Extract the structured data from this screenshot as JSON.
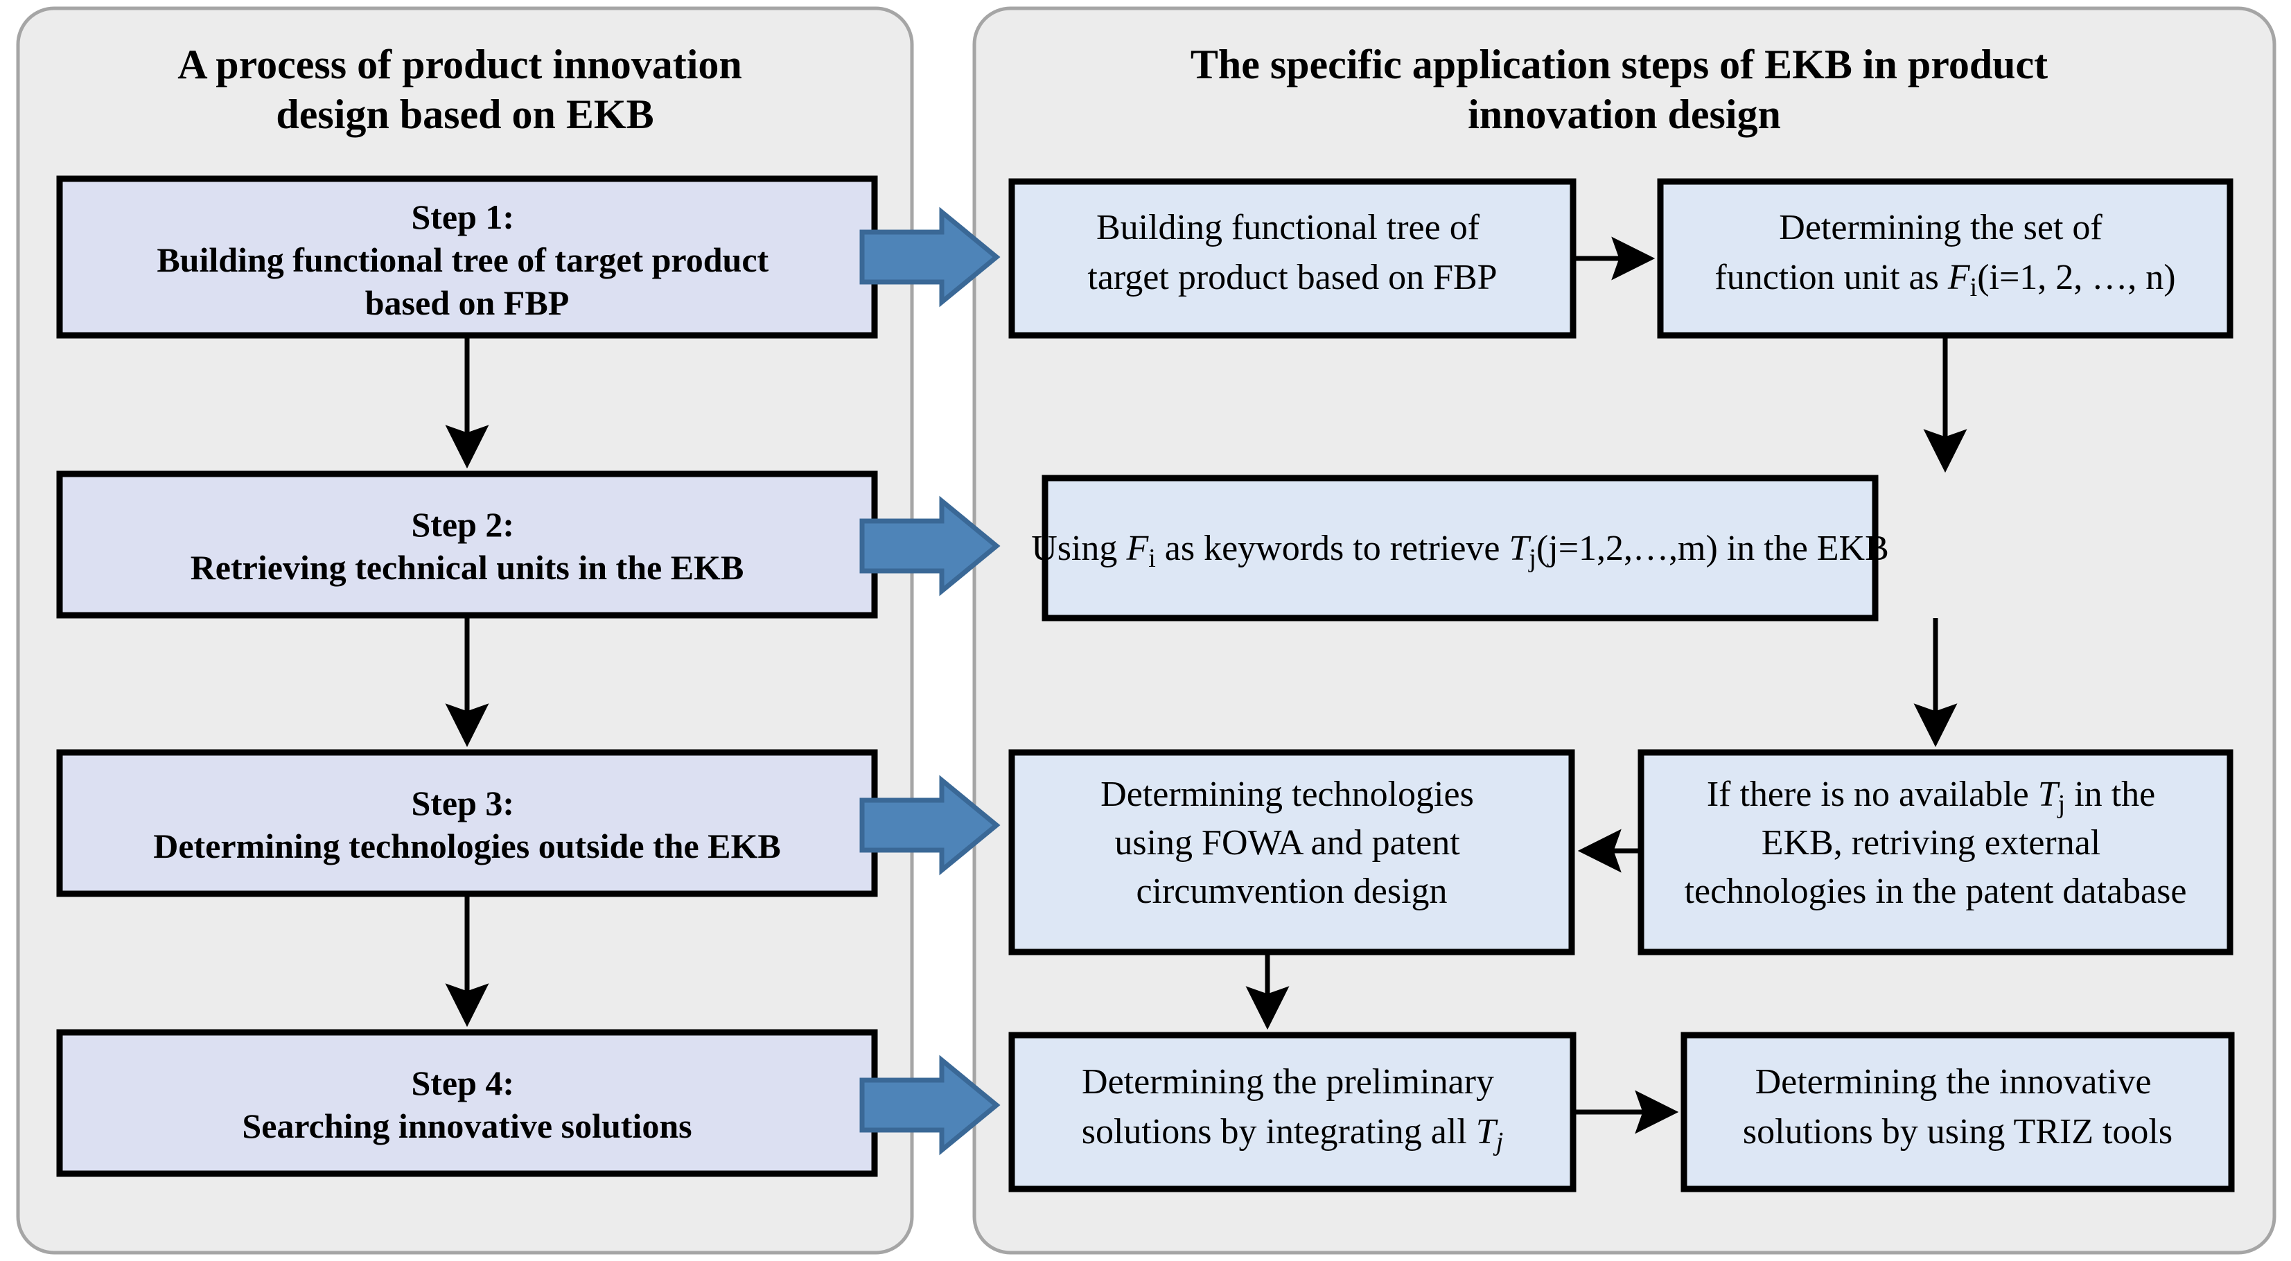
{
  "figure": {
    "background": "#FFFFFF",
    "panel_fill": "#ECECEC",
    "panel_border": "#A5A5A5",
    "left_box_fill": "#DCE0F2",
    "right_box_fill": "#DDE7F5",
    "box_border": "#000000",
    "block_arrow_fill": "#4E84B8",
    "block_arrow_border": "#3A6896",
    "connector_color": "#000000"
  },
  "left_panel": {
    "title_line1": "A process of product  innovation",
    "title_line2": "design based on EKB",
    "steps": [
      {
        "id": "step1",
        "label": "Step 1:",
        "line1": "Building  functional tree  of target product",
        "line2": "based on FBP"
      },
      {
        "id": "step2",
        "label": "Step 2:",
        "line1": "Retrieving technical units in the EKB",
        "line2": ""
      },
      {
        "id": "step3",
        "label": "Step 3:",
        "line1": "Determining technologies outside the EKB",
        "line2": ""
      },
      {
        "id": "step4",
        "label": "Step 4:",
        "line1": "Searching innovative solutions",
        "line2": ""
      }
    ]
  },
  "right_panel": {
    "title_line1": "The specific application steps of EKB in product",
    "title_line2": "innovation design",
    "nodes": [
      {
        "id": "r1",
        "line1": "Building  functional tree  of",
        "line2": "target product based on FBP",
        "line3": ""
      },
      {
        "id": "r2",
        "line1": "Determining the set of",
        "line2_pre": "function unit as ",
        "line2_sym": "F",
        "line2_sub": "i",
        "line2_post": "(i=1, 2, …, n)",
        "line3": ""
      },
      {
        "id": "r3",
        "line1_pre": "Using ",
        "line1_sym1": "F",
        "line1_sub1": "i",
        "line1_mid": " as keywords to retrieve ",
        "line1_sym2": "T",
        "line1_sub2": "j",
        "line1_post": "(j=1,2,…,m) in the EKB"
      },
      {
        "id": "r4",
        "line1": "Determining technologies",
        "line2": "using FOWA and patent",
        "line3": "circumvention design"
      },
      {
        "id": "r5",
        "line1_pre": "If there is no available ",
        "line1_sym": "T",
        "line1_sub": "j",
        "line1_post": " in the",
        "line2": "EKB, retriving external",
        "line3": "technologies in the patent database"
      },
      {
        "id": "r6",
        "line1": "Determining the preliminary",
        "line2_pre": "solutions by integrating all ",
        "line2_sym": "T",
        "line2_sub": "j",
        "line3": ""
      },
      {
        "id": "r7",
        "line1": "Determining the innovative",
        "line2": "solutions by using TRIZ tools",
        "line3": ""
      }
    ]
  },
  "connectors": {
    "left_vertical_arrows": 3,
    "cross_block_arrows": 4,
    "right_flow": [
      "r1-to-r2-right",
      "r2-to-r3-down",
      "r3-to-r5-down",
      "r5-to-r4-left",
      "r4-to-r6-down",
      "r6-to-r7-right"
    ]
  }
}
